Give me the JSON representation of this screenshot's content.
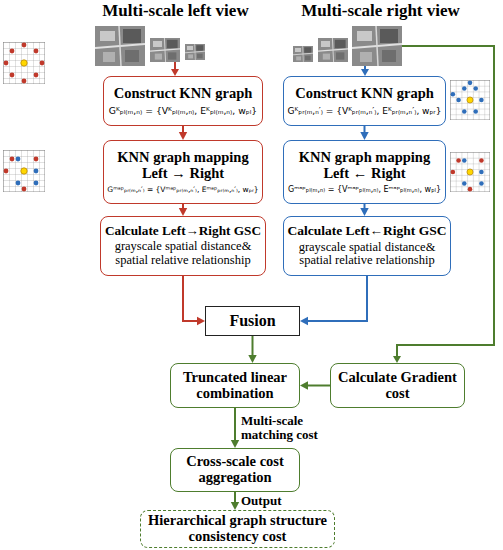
{
  "diagram": {
    "nodes": [
      {
        "text": [
          "Construct KNN graph",
          "Gᴷₚₗ₍ₘ,ₙ₎ = {Vᴷₚₗ₍ₘ,ₙ₎, Eᴷₚₗ₍ₘ,ₙ₎, wₚₗ}"
        ]
      },
      {
        "text": [
          "Construct KNN graph",
          "Gᴷₚᵣ₍ₘ,ₙ′₎ = {Vᴷₚᵣ₍ₘ,ₙ′₎, Eᴷₚᵣ₍ₘ,ₙ′₎, wₚᵣ}"
        ]
      },
      {
        "text": [
          "KNN graph mapping Left → Right",
          "Gᵐᵃᵖₚᵣ₍ₘ,ₙ′₎ = {Vᵐᵃᵖₚᵣ₍ₘ,ₙ′₎, Eᵐᵃᵖₚᵣ₍ₘ,ₙ′₎, wₚᵣ}"
        ]
      },
      {
        "text": [
          "KNN graph mapping Left ← Right",
          "Gᵐᵃᵖₚₗ₍ₘ,ₙ₎ = {Vᵐᵃᵖₚₗ₍ₘ,ₙ₎, Eᵐᵃᵖₚₗ₍ₘ,ₙ₎, wₚₗ}"
        ]
      },
      {
        "text": [
          "Calculate Left→Right GSC",
          "grayscale spatial distance& spatial relative relationship"
        ]
      },
      {
        "text": [
          "Calculate Left←Right GSC",
          "grayscale spatial distance& spatial relative relationship"
        ]
      },
      {
        "text": [
          "Fusion"
        ]
      },
      {
        "text": [
          "Truncated linear combination"
        ]
      },
      {
        "text": [
          "Calculate Gradient cost"
        ]
      },
      {
        "text": [
          "Cross-scale cost aggregation"
        ]
      },
      {
        "text": [
          "Hierarchical graph structure consistency cost"
        ]
      }
    ],
    "edges": [
      {
        "from": 0,
        "to": 2,
        "arrow": "to"
      },
      {
        "from": 1,
        "to": 3,
        "arrow": "to"
      },
      {
        "from": 2,
        "to": 4,
        "arrow": "to"
      },
      {
        "from": 3,
        "to": 5,
        "arrow": "to"
      },
      {
        "from": 4,
        "to": 6,
        "arrow": "to"
      },
      {
        "from": 5,
        "to": 6,
        "arrow": "to"
      },
      {
        "from": 6,
        "to": 7,
        "arrow": "to"
      },
      {
        "from": 8,
        "to": 7,
        "arrow": "to"
      },
      {
        "from": 7,
        "to": 9,
        "label": "Multi-scale matching cost",
        "arrow": "to"
      },
      {
        "from": 9,
        "to": 10,
        "label": "Output",
        "arrow": "to"
      }
    ],
    "labels": [
      "Multi-scale left view",
      "Multi-scale right view"
    ]
  }
}
